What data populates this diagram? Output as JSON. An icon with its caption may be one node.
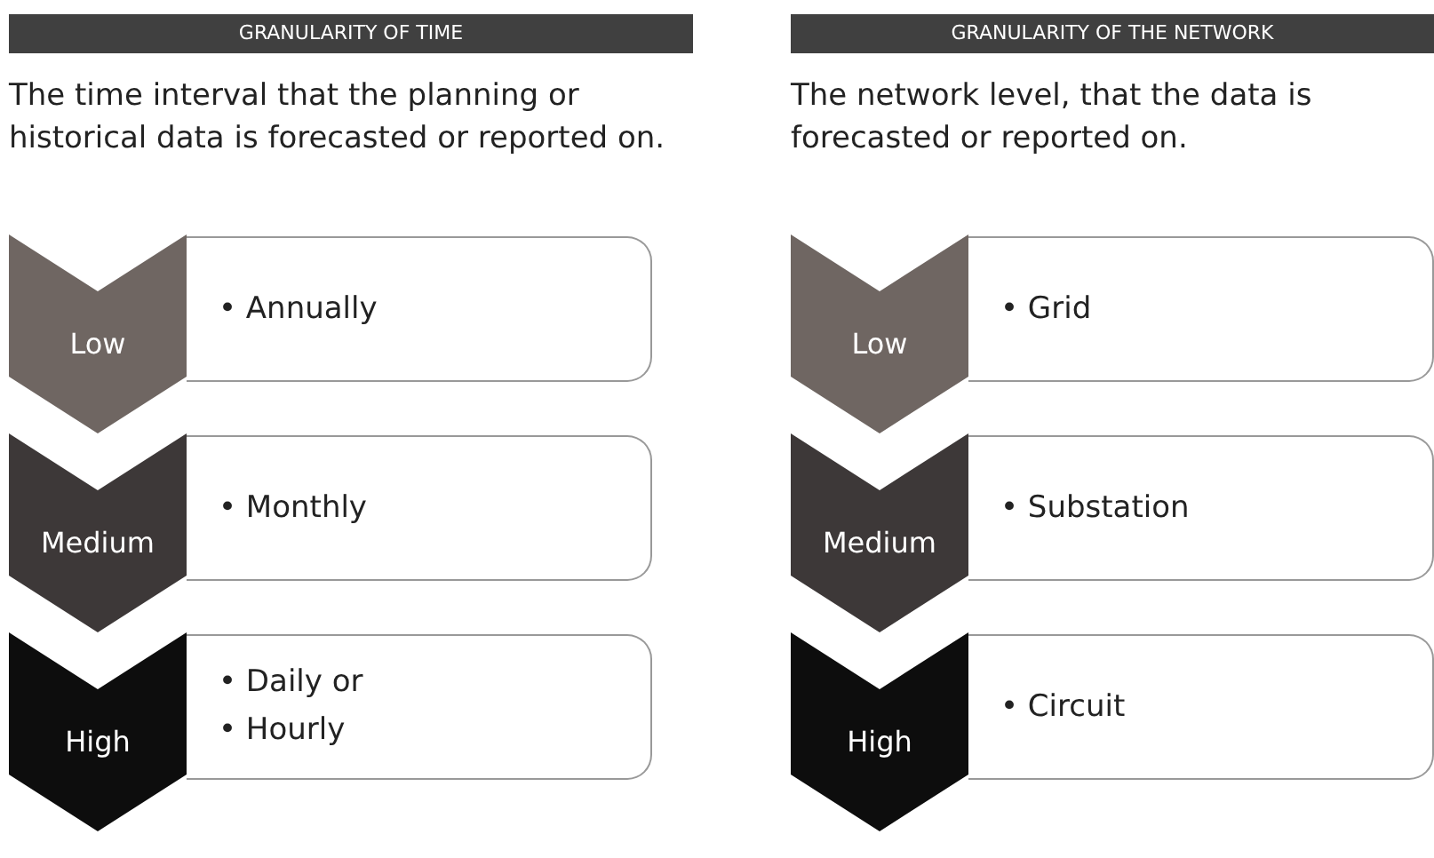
{
  "diagram": {
    "nodes": [
      {
        "text": [
          "GRANULARITY OF TIME"
        ]
      },
      {
        "text": [
          "Low"
        ]
      },
      {
        "text": [
          "• Annually"
        ]
      },
      {
        "text": [
          "Medium"
        ]
      },
      {
        "text": [
          "• Monthly"
        ]
      },
      {
        "text": [
          "High"
        ]
      },
      {
        "text": [
          "• Daily or",
          "• Hourly"
        ]
      },
      {
        "text": [
          "GRANULARITY OF THE NETWORK"
        ]
      },
      {
        "text": [
          "Low"
        ]
      },
      {
        "text": [
          "• Grid"
        ]
      },
      {
        "text": [
          "Medium"
        ]
      },
      {
        "text": [
          "• Substation"
        ]
      },
      {
        "text": [
          "High"
        ]
      },
      {
        "text": [
          "• Circuit"
        ]
      }
    ],
    "edges": [],
    "labels": [
      "The time interval that the planning or historical data is forecasted or reported on.",
      "The network level, that the data is forecasted or reported on."
    ]
  }
}
